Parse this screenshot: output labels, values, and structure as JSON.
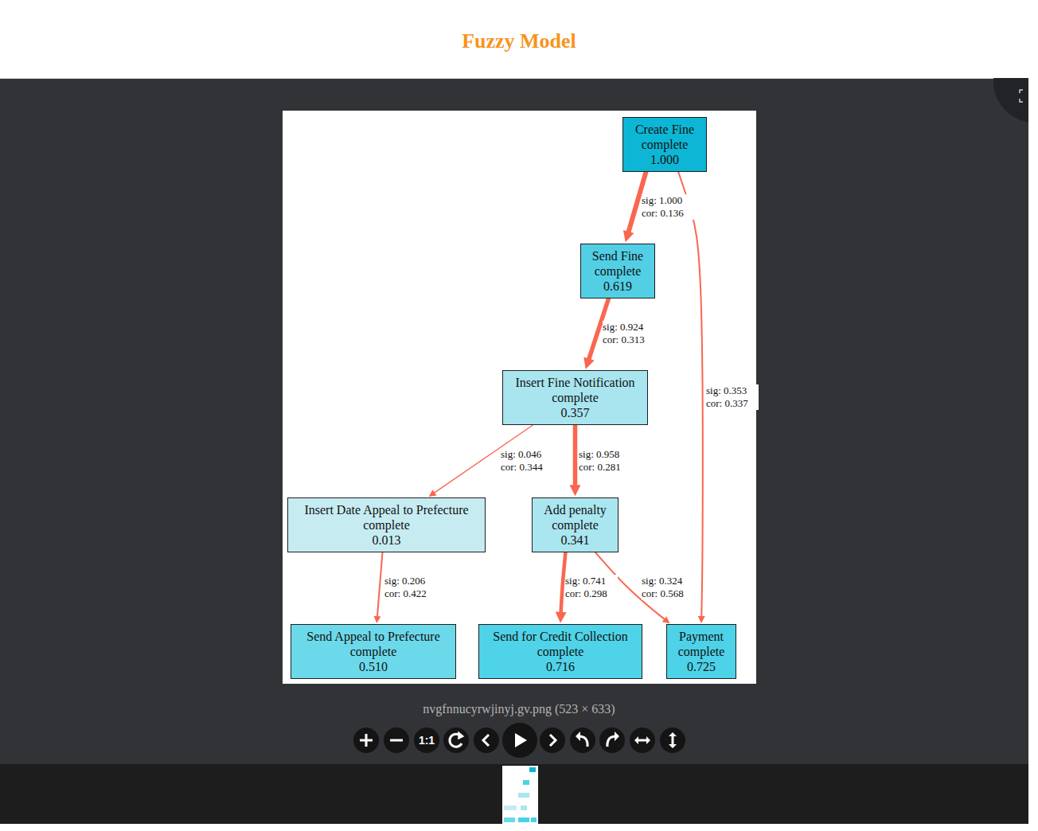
{
  "diagram": {
    "title": "Fuzzy Model",
    "caption": "nvgfnnucyrwjinyj.gv.png (523 × 633)",
    "nodes": [
      {
        "text": [
          "Create Fine complete",
          "1.000"
        ]
      },
      {
        "text": [
          "Send Fine complete",
          "0.619"
        ]
      },
      {
        "text": [
          "Insert Fine Notification complete",
          "0.357"
        ]
      },
      {
        "text": [
          "Insert Date Appeal to Prefecture complete",
          "0.013"
        ]
      },
      {
        "text": [
          "Add penalty complete",
          "0.341"
        ]
      },
      {
        "text": [
          "Send Appeal to Prefecture complete",
          "0.510"
        ]
      },
      {
        "text": [
          "Send for Credit Collection complete",
          "0.716"
        ]
      },
      {
        "text": [
          "Payment complete",
          "0.725"
        ]
      }
    ],
    "edges": [
      {
        "from": 0,
        "to": 1,
        "arrow": "to",
        "label": "sig: 1.000 cor: 0.136"
      },
      {
        "from": 0,
        "to": 7,
        "arrow": "to",
        "label": "sig: 0.353 cor: 0.337"
      },
      {
        "from": 1,
        "to": 2,
        "arrow": "to",
        "label": "sig: 0.924 cor: 0.313"
      },
      {
        "from": 2,
        "to": 3,
        "arrow": "to",
        "label": "sig: 0.046 cor: 0.344"
      },
      {
        "from": 2,
        "to": 4,
        "arrow": "to",
        "label": "sig: 0.958 cor: 0.281"
      },
      {
        "from": 3,
        "to": 5,
        "arrow": "to",
        "label": "sig: 0.206 cor: 0.422"
      },
      {
        "from": 4,
        "to": 6,
        "arrow": "to",
        "label": "sig: 0.741 cor: 0.298"
      },
      {
        "from": 4,
        "to": 7,
        "arrow": "to",
        "label": "sig: 0.324 cor: 0.568"
      }
    ],
    "labels": [
      "1:1"
    ]
  }
}
